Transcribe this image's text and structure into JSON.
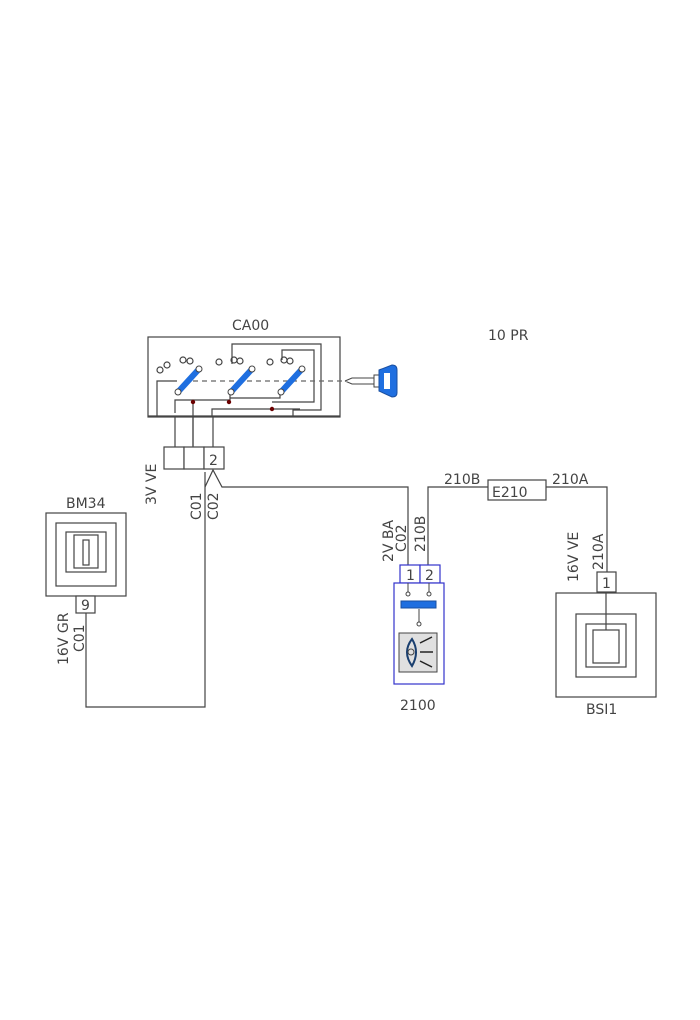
{
  "diagram": {
    "code": "10 PR",
    "colors": {
      "line": "#444444",
      "blue": "#1f6fe0",
      "connector_blue": "#3333cc",
      "junction": "#6a0000"
    },
    "components": {
      "ignition_switch": {
        "label": "CA00"
      },
      "bm34": {
        "label": "BM34"
      },
      "lamp": {
        "label": "2100"
      },
      "bsi": {
        "label": "BSI1"
      },
      "splice": {
        "label": "E210"
      }
    },
    "connectors": {
      "ca00": {
        "spec": "3V VE",
        "pin": "2"
      },
      "bm34": {
        "spec": "16V GR",
        "pin": "9"
      },
      "lamp": {
        "spec": "2V BA",
        "pins": [
          "1",
          "2"
        ]
      },
      "bsi": {
        "spec": "16V VE",
        "pin": "1"
      }
    },
    "wires": {
      "c01_left": "C01",
      "c02": "C02",
      "c01_bm34": "C01",
      "c02_lamp": "C02",
      "w210b_lamp": "210B",
      "w210b_top": "210B",
      "w210a_top": "210A",
      "w210a_bsi": "210A"
    }
  }
}
